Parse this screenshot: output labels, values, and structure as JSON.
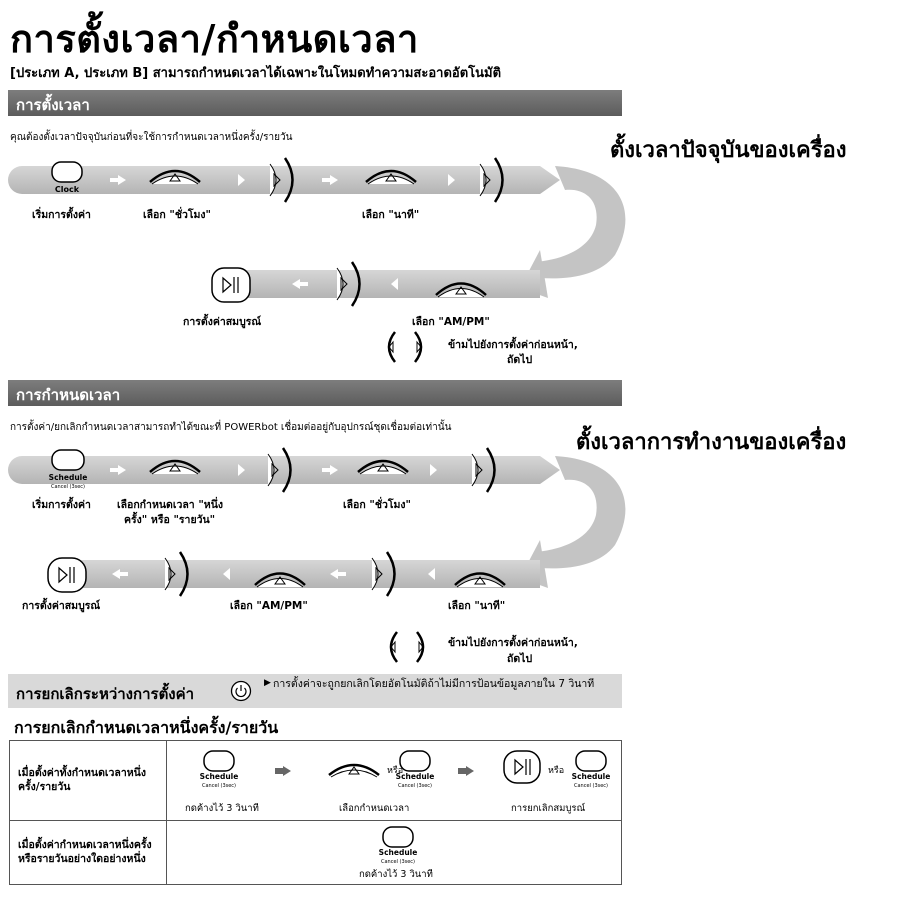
{
  "title": "การตั้งเวลา/กำหนดเวลา",
  "subtitle": "[ประเภท A, ประเภท B] สามารถกำหนดเวลาได้เฉพาะในโหมดทำความสะอาดอัตโนมัติ",
  "clock_section": {
    "header": "การตั้งเวลา",
    "description": "คุณต้องตั้งเวลาปัจจุบันก่อนที่จะใช้การกำหนดเวลาหนึ่งครั้ง/รายวัน",
    "callout": "ตั้งเวลาปัจจุบันของเครื่อง",
    "clock_button": "Clock",
    "start_label": "เริ่มการตั้งค่า",
    "select_hour": "เลือก \"ชั่วโมง\"",
    "select_minute": "เลือก \"นาที\"",
    "select_ampm": "เลือก \"AM/PM\"",
    "complete": "การตั้งค่าสมบูรณ์",
    "skip_line1": "ข้ามไปยังการตั้งค่าก่อนหน้า,",
    "skip_line2": "ถัดไป"
  },
  "schedule_section": {
    "header": "การกำหนดเวลา",
    "description": "การตั้งค่า/ยกเลิกกำหนดเวลาสามารถทำได้ขณะที่ POWERbot เชื่อมต่ออยู่กับอุปกรณ์ชุดเชื่อมต่อเท่านั้น",
    "callout": "ตั้งเวลาการทำงานของเครื่อง",
    "schedule_button": "Schedule",
    "schedule_sub": "Cancel (3sec)",
    "start_label": "เริ่มการตั้งค่า",
    "select_type_line1": "เลือกกำหนดเวลา \"หนึ่ง",
    "select_type_line2": "ครั้ง\" หรือ \"รายวัน\"",
    "select_hour": "เลือก \"ชั่วโมง\"",
    "select_minute": "เลือก \"นาที\"",
    "select_ampm": "เลือก \"AM/PM\"",
    "complete": "การตั้งค่าสมบูรณ์",
    "skip_line1": "ข้ามไปยังการตั้งค่าก่อนหน้า,",
    "skip_line2": "ถัดไป"
  },
  "cancel_during": {
    "title": "การยกเลิกระหว่างการตั้งค่า",
    "note": "การตั้งค่าจะถูกยกเลิกโดยอัตโนมัติถ้าไม่มีการป้อนข้อมูลภายใน 7 วินาที"
  },
  "cancel_schedule": {
    "title": "การยกเลิกกำหนดเวลาหนึ่งครั้ง/รายวัน",
    "row1_label": "เมื่อตั้งค่าทั้งกำหนดเวลาหนึ่งครั้ง/รายวัน",
    "row1_step1": "กดค้างไว้ 3 วินาที",
    "row1_step2": "เลือกกำหนดเวลา",
    "row1_step3": "การยกเลิกสมบูรณ์",
    "or": "หรือ",
    "row2_label": "เมื่อตั้งค่ากำหนดเวลาหนึ่งครั้งหรือรายวันอย่างใดอย่างหนึ่ง",
    "row2_step": "กดค้างไว้ 3 วินาที",
    "schedule_button": "Schedule",
    "schedule_sub": "Cancel (3sec)"
  },
  "colors": {
    "header_bar": "#6e6e6e",
    "flow_band": "#c8c8c8",
    "cancel_strip": "#d9d9d9"
  }
}
